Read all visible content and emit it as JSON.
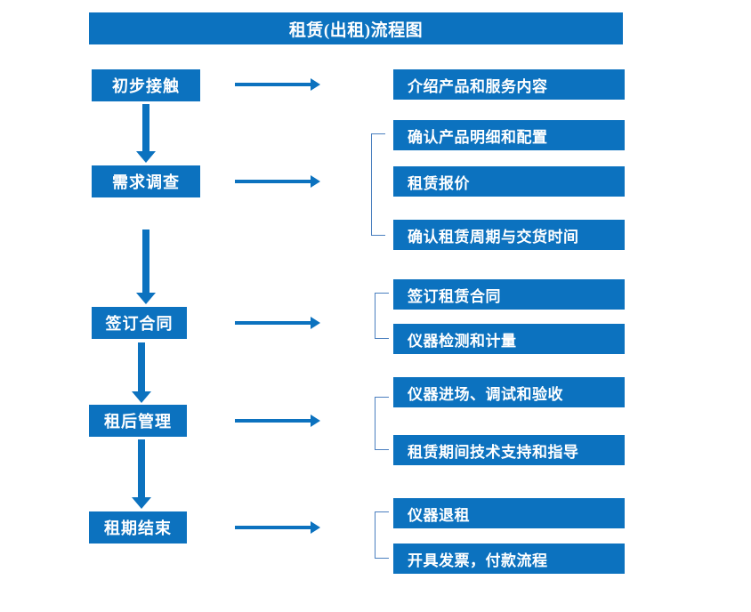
{
  "title": {
    "text": "租赁(出租)流程图"
  },
  "theme": {
    "accent": "#0C72BF",
    "bracket": "#4A7FBF",
    "background": "#FFFFFF",
    "box_text": "#FFFFFF"
  },
  "flow": {
    "stages": [
      {
        "label": "初步接触"
      },
      {
        "label": "需求调查"
      },
      {
        "label": "签订合同"
      },
      {
        "label": "租后管理"
      },
      {
        "label": "租期结束"
      }
    ],
    "details": [
      {
        "label": "介绍产品和服务内容"
      },
      {
        "label": "确认产品明细和配置"
      },
      {
        "label": "租赁报价"
      },
      {
        "label": "确认租赁周期与交货时间"
      },
      {
        "label": "签订租赁合同"
      },
      {
        "label": "仪器检测和计量"
      },
      {
        "label": "仪器进场、调试和验收"
      },
      {
        "label": "租赁期间技术支持和指导"
      },
      {
        "label": "仪器退租"
      },
      {
        "label": "开具发票，付款流程"
      }
    ],
    "connectors": {
      "down_arrows": 4,
      "right_arrows": 5,
      "brackets": 4
    }
  }
}
